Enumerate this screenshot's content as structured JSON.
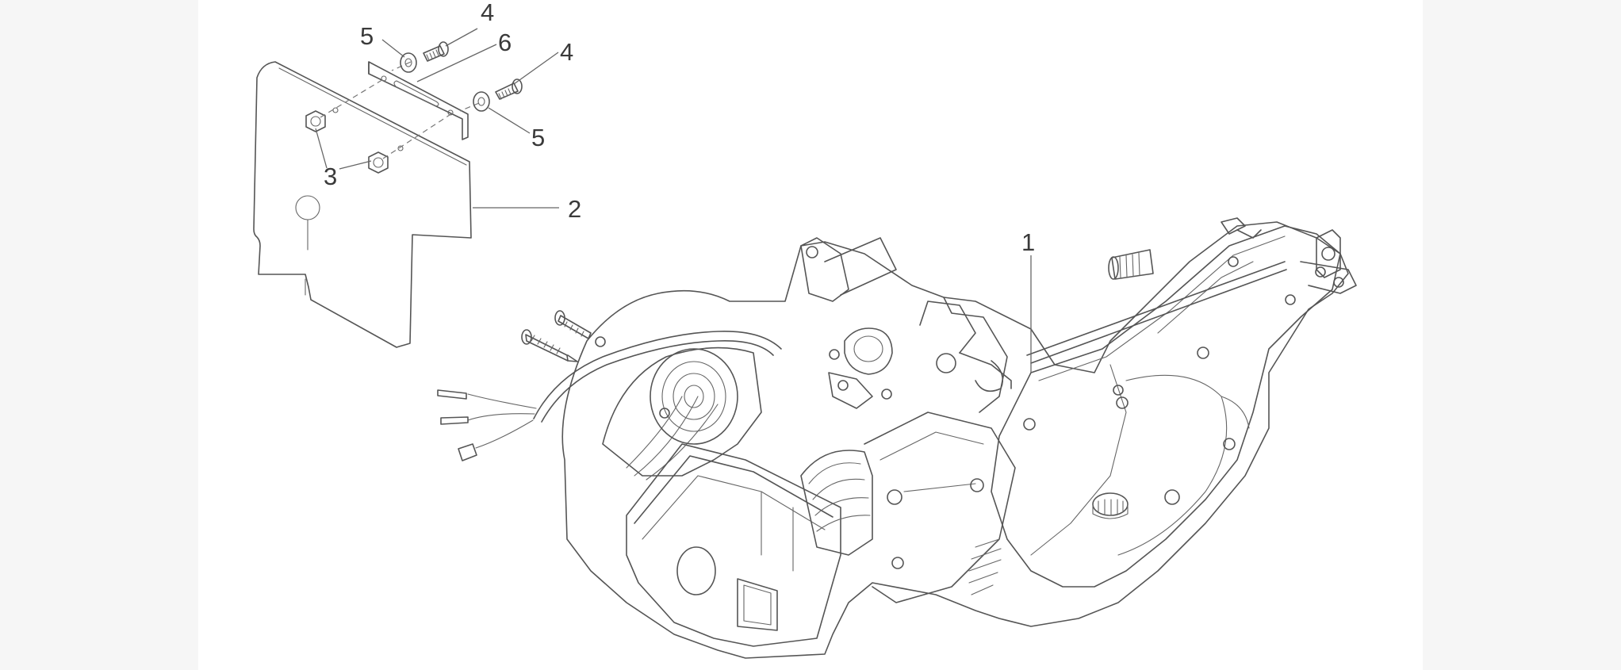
{
  "diagram": {
    "callouts": [
      {
        "id": "c1",
        "label": "1"
      },
      {
        "id": "c2",
        "label": "2"
      },
      {
        "id": "c3",
        "label": "3"
      },
      {
        "id": "c4a",
        "label": "4"
      },
      {
        "id": "c4b",
        "label": "4"
      },
      {
        "id": "c5a",
        "label": "5"
      },
      {
        "id": "c5b",
        "label": "5"
      },
      {
        "id": "c6",
        "label": "6"
      }
    ]
  }
}
